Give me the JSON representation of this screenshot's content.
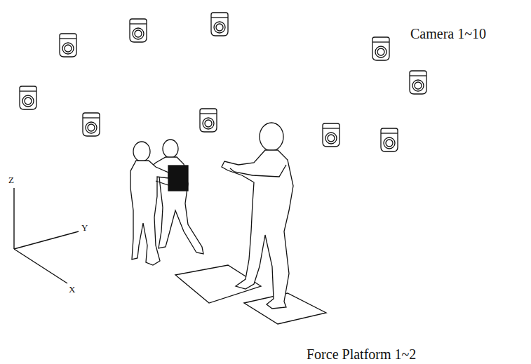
{
  "diagram": {
    "labels": [
      "Camera 1~10",
      "Z",
      "Y",
      "X",
      "Force Platform 1~2"
    ]
  }
}
